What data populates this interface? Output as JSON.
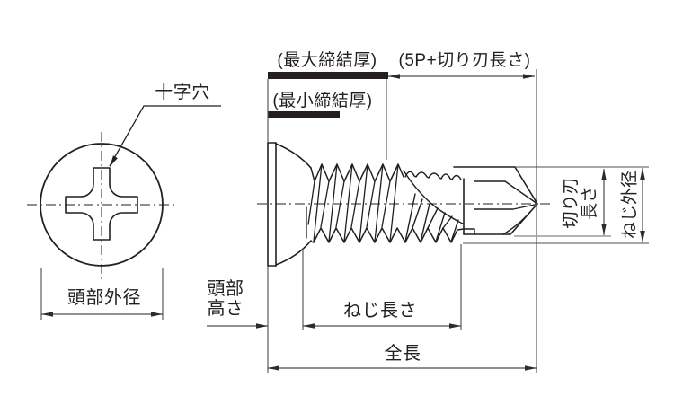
{
  "diagram": {
    "background_color": "#ffffff",
    "line_color": "#231f20",
    "dimension_line_color": "#4d4d4d",
    "clamp_bar_color": "#231f20",
    "labels": {
      "cross_recess": "十字穴",
      "max_fastening_thickness": "(最大締結厚)",
      "min_fastening_thickness": "(最小締結厚)",
      "five_p_plus_cutting_edge_length": "(5P+切り刃長さ)",
      "head_outer_diameter": "頭部外径",
      "head_height_line1": "頭部",
      "head_height_line2": "高さ",
      "thread_length": "ねじ長さ",
      "overall_length": "全長",
      "cutting_edge_length_line1": "切り刃",
      "cutting_edge_length_line2": "長さ",
      "thread_outer_diameter": "ねじ外径"
    }
  }
}
